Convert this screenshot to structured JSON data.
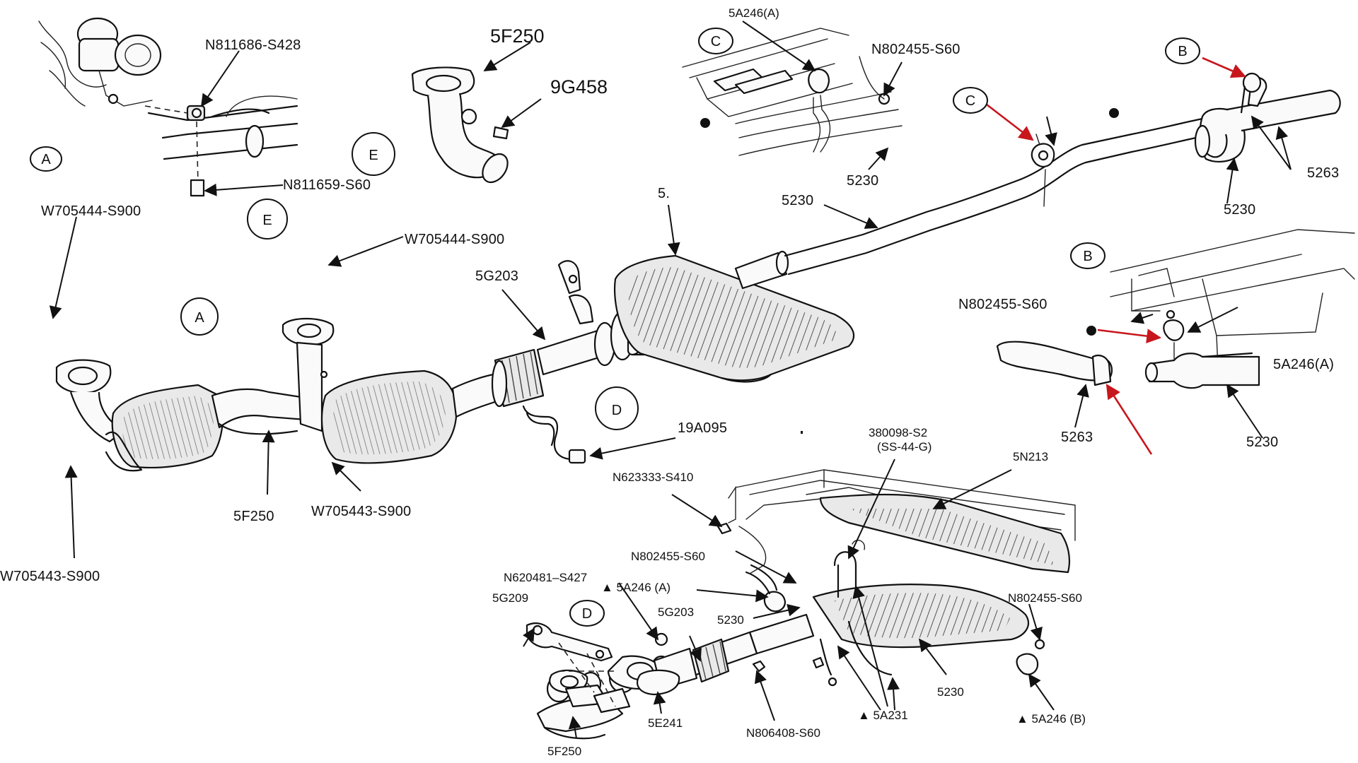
{
  "part_numbers": {
    "n811686_s428": "N811686-S428",
    "n811659_s60": "N811659-S60",
    "w705444_s900_left": "W705444-S900",
    "w705444_s900_mid": "W705444-S900",
    "w705443_s900_left": "W705443-S900",
    "w705443_s900_mid": "W705443-S900",
    "p5f250_top": "5F250",
    "p9g458": "9G458",
    "p5g203_main": "5G203",
    "p5f250_main": "5F250",
    "p19a095": "19A095",
    "p5_muffler": "5.",
    "p5230_main": "5230",
    "p5a246a_top": "5A246(A)",
    "n802455_s60_top": "N802455-S60",
    "p5230_c": "5230",
    "p5230_right": "5230",
    "p5263_right": "5263",
    "n802455_s60_b": "N802455-S60",
    "p5a246a_b": "5A246(A)",
    "p5263_b": "5263",
    "p5230_b": "5230",
    "p380098_s2": "380098-S2",
    "ss_44_g": "(SS-44-G)",
    "p5n213": "5N213",
    "n623333_s410": "N623333-S410",
    "n802455_s60_low1": "N802455-S60",
    "n620481_s427": "N620481–S427",
    "p5a246a_low": "▲ 5A246 (A)",
    "p5g209": "5G209",
    "p5g203_low": "5G203",
    "p5230_low1": "5230",
    "n802455_s60_low2": "N802455-S60",
    "p5230_low2": "5230",
    "p5a231": "▲ 5A231",
    "p5a246b": "▲ 5A246 (B)",
    "n806408_s60": "N806408-S60",
    "p5e241": "5E241",
    "p5f250_low": "5F250"
  },
  "callouts": {
    "a_top": "A",
    "a_main": "A",
    "e_top": "E",
    "e_main": "E",
    "d_main": "D",
    "d_low": "D",
    "c_detail": "C",
    "c_pipe": "C",
    "b_pipe": "B",
    "b_detail": "B"
  },
  "colors": {
    "ink": "#111111",
    "highlight_arrows": "#c8161d",
    "background": "#ffffff"
  }
}
